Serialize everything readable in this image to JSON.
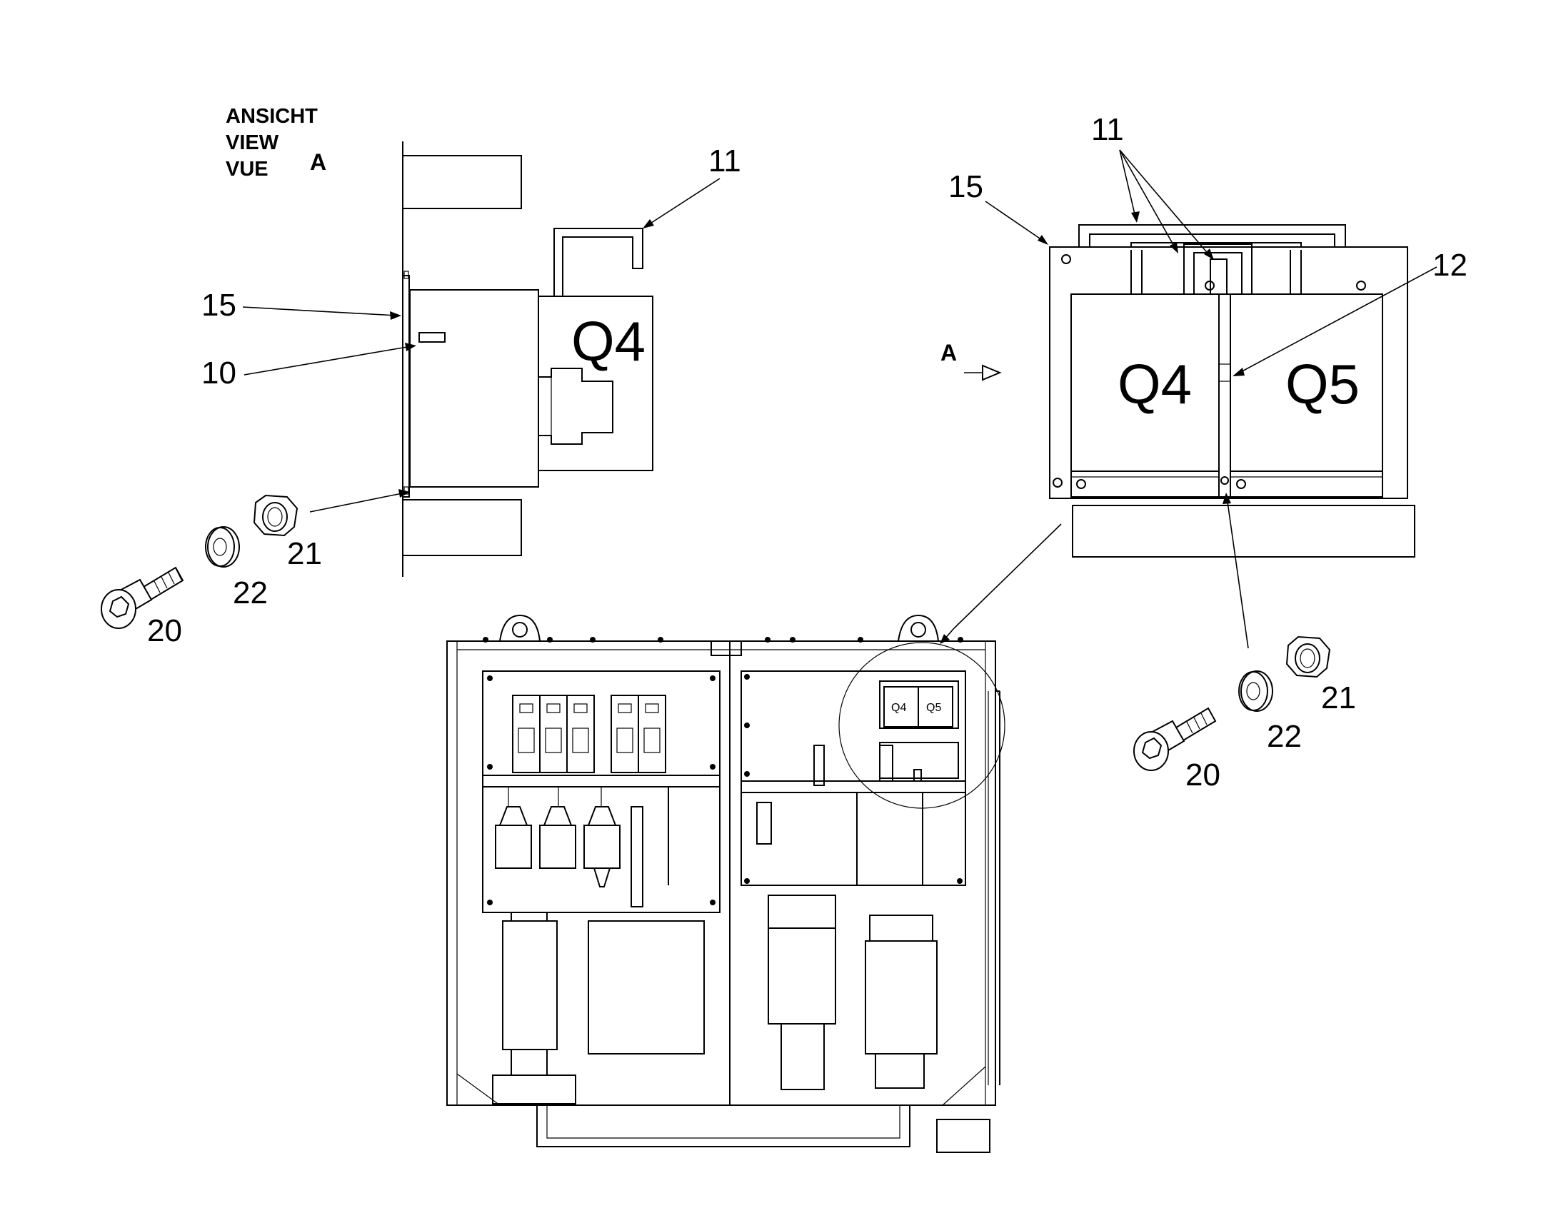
{
  "view_caption": {
    "line1": "ANSICHT",
    "line2": "VIEW",
    "line3": "VUE",
    "marker": "A"
  },
  "side_view": {
    "breaker_label": "Q4",
    "callouts": {
      "bracket": "11",
      "plate": "15",
      "insulator": "10",
      "nut": "21",
      "washer": "22",
      "bolt": "20"
    }
  },
  "front_view": {
    "breaker_left_label": "Q4",
    "breaker_right_label": "Q5",
    "view_marker": "A",
    "callouts": {
      "bracket": "11",
      "plate": "15",
      "insulator": "12",
      "nut": "21",
      "washer": "22",
      "bolt": "20"
    }
  },
  "cabinet": {
    "detail_left": "Q4",
    "detail_right": "Q5"
  }
}
